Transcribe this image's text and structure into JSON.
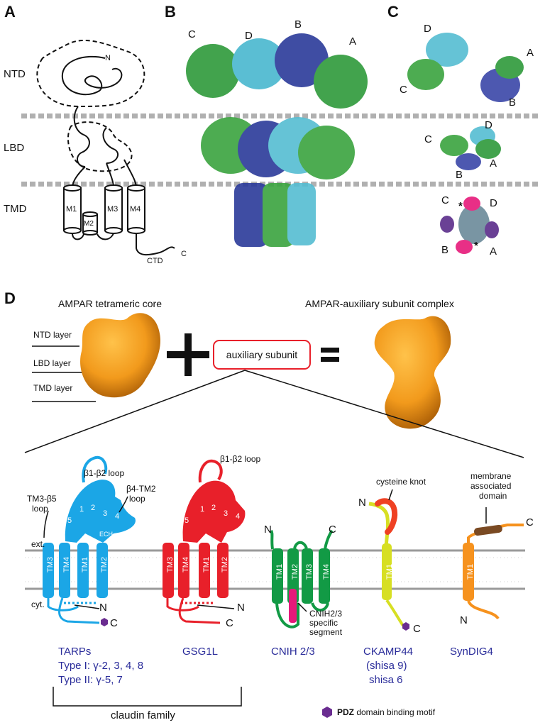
{
  "panels": {
    "a": {
      "letter": "A",
      "ntd": "NTD",
      "lbd": "LBD",
      "tmd": "TMD",
      "n": "N",
      "c": "C",
      "ctd": "CTD",
      "m1": "M1",
      "m2": "M2",
      "m3": "M3",
      "m4": "M4"
    },
    "b": {
      "letter": "B",
      "c": "C",
      "d": "D",
      "bb": "B",
      "a": "A"
    },
    "c": {
      "letter": "C",
      "top": {
        "d": "D",
        "a": "A",
        "c": "C",
        "b": "B"
      },
      "mid": {
        "c": "C",
        "d": "D",
        "a": "A",
        "b": "B"
      },
      "bot": {
        "c": "C",
        "d": "D",
        "b": "B",
        "a": "A",
        "star": "*"
      }
    },
    "d": {
      "letter": "D",
      "core_title": "AMPAR tetrameric core",
      "complex_title": "AMPAR-auxiliary subunit complex",
      "ntd_layer": "NTD layer",
      "lbd_layer": "LBD layer",
      "tmd_layer": "TMD layer",
      "plus": "+",
      "equals": "=",
      "aux_box": "auxiliary subunit",
      "ext": "ext.",
      "cyt": "cyt.",
      "tarp": {
        "tm3b5": "TM3-β5",
        "loop1": "loop",
        "b1b2": "β1-β2 loop",
        "b4tm2": "β4-TM2",
        "loop2": "loop",
        "tms": [
          "TM3",
          "TM4",
          "TM1",
          "TM2"
        ],
        "strands": [
          "5",
          "1",
          "2",
          "3",
          "4"
        ],
        "ech": "ECH",
        "n": "N",
        "c": "C"
      },
      "gsg": {
        "b1b2": "β1-β2 loop",
        "tms": [
          "TM3",
          "TM4",
          "TM1",
          "TM2"
        ],
        "strands": [
          "5",
          "1",
          "2",
          "3",
          "4"
        ],
        "n": "N",
        "c": "C"
      },
      "cnih": {
        "n": "N",
        "c": "C",
        "tms": [
          "TM1",
          "TM2",
          "TM3",
          "TM4"
        ],
        "seg1": "CNIH2/3",
        "seg2": "specific",
        "seg3": "segment"
      },
      "ckamp": {
        "knot": "cysteine knot",
        "n": "N",
        "tm": "TM1",
        "c": "C"
      },
      "syndig": {
        "m1": "membrane",
        "m2": "associated",
        "m3": "domain",
        "tm": "TM1",
        "n": "N",
        "c": "C"
      },
      "families": {
        "tarps": "TARPs",
        "type1": "Type I:  γ-2, 3, 4, 8",
        "type2": "Type II:  γ-5, 7",
        "gsg1l": "GSG1L",
        "cnih": "CNIH 2/3",
        "ckamp1": "CKAMP44",
        "ckamp2": "(shisa 9)",
        "ckamp3": "shisa 6",
        "syndig": "SynDIG4"
      },
      "claudin": "claudin family",
      "pdz_bold": "PDZ",
      "pdz_rest": " domain binding motif"
    }
  },
  "colors": {
    "tarp": "#1ba6e6",
    "gsg": "#e8202a",
    "cnih": "#129a45",
    "ckamp": "#d7df23",
    "syndig": "#f6921e",
    "pdz": "#6a2c90",
    "cnih_seg": "#e6197a",
    "knot": "#ef4123",
    "brown": "#7a4a23",
    "orange_map": "#f29a1c",
    "label_blue": "#2a2c9a"
  }
}
